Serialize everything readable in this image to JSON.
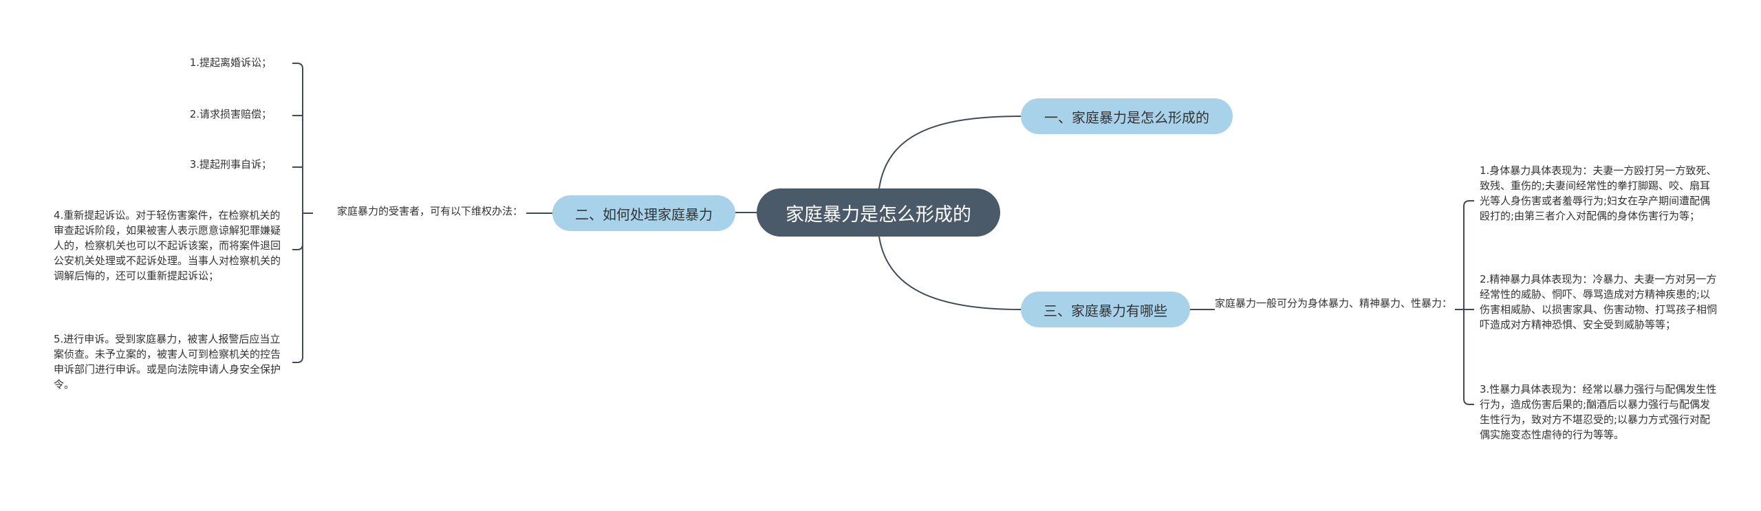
{
  "root": {
    "label": "家庭暴力是怎么形成的"
  },
  "branches": {
    "b1": {
      "label": "一、家庭暴力是怎么形成的"
    },
    "b2": {
      "label": "二、如何处理家庭暴力",
      "intro": "家庭暴力的受害者，可有以下维权办法：",
      "items": [
        "1.提起离婚诉讼；",
        "2.请求损害赔偿；",
        "3.提起刑事自诉；",
        "4.重新提起诉讼。对于轻伤害案件，在检察机关的审查起诉阶段，如果被害人表示愿意谅解犯罪嫌疑人的，检察机关也可以不起诉该案，而将案件退回公安机关处理或不起诉处理。当事人对检察机关的调解后悔的，还可以重新提起诉讼；",
        "5.进行申诉。受到家庭暴力，被害人报警后应当立案侦查。未予立案的，被害人可到检察机关的控告申诉部门进行申诉。或是向法院申请人身安全保护令。"
      ]
    },
    "b3": {
      "label": "三、家庭暴力有哪些",
      "intro": "家庭暴力一般可分为身体暴力、精神暴力、性暴力：",
      "items": [
        "1.身体暴力具体表现为：夫妻一方殴打另一方致死、致残、重伤的;夫妻间经常性的拳打脚踢、咬、扇耳光等人身伤害或者羞辱行为;妇女在孕产期间遭配偶殴打的;由第三者介入对配偶的身体伤害行为等；",
        "2.精神暴力具体表现为：冷暴力、夫妻一方对另一方经常性的威胁、恫吓、辱骂造成对方精神疾患的;以伤害相威胁、以损害家具、伤害动物、打骂孩子相恫吓造成对方精神恐惧、安全受到威胁等等；",
        "3.性暴力具体表现为：经常以暴力强行与配偶发生性行为，造成伤害后果的;酗酒后以暴力强行与配偶发生性行为，致对方不堪忍受的;以暴力方式强行对配偶实施变态性虐待的行为等等。"
      ]
    }
  },
  "colors": {
    "root": "#4b5a68",
    "branch": "#a7d2ea",
    "line": "#3f4a54"
  }
}
